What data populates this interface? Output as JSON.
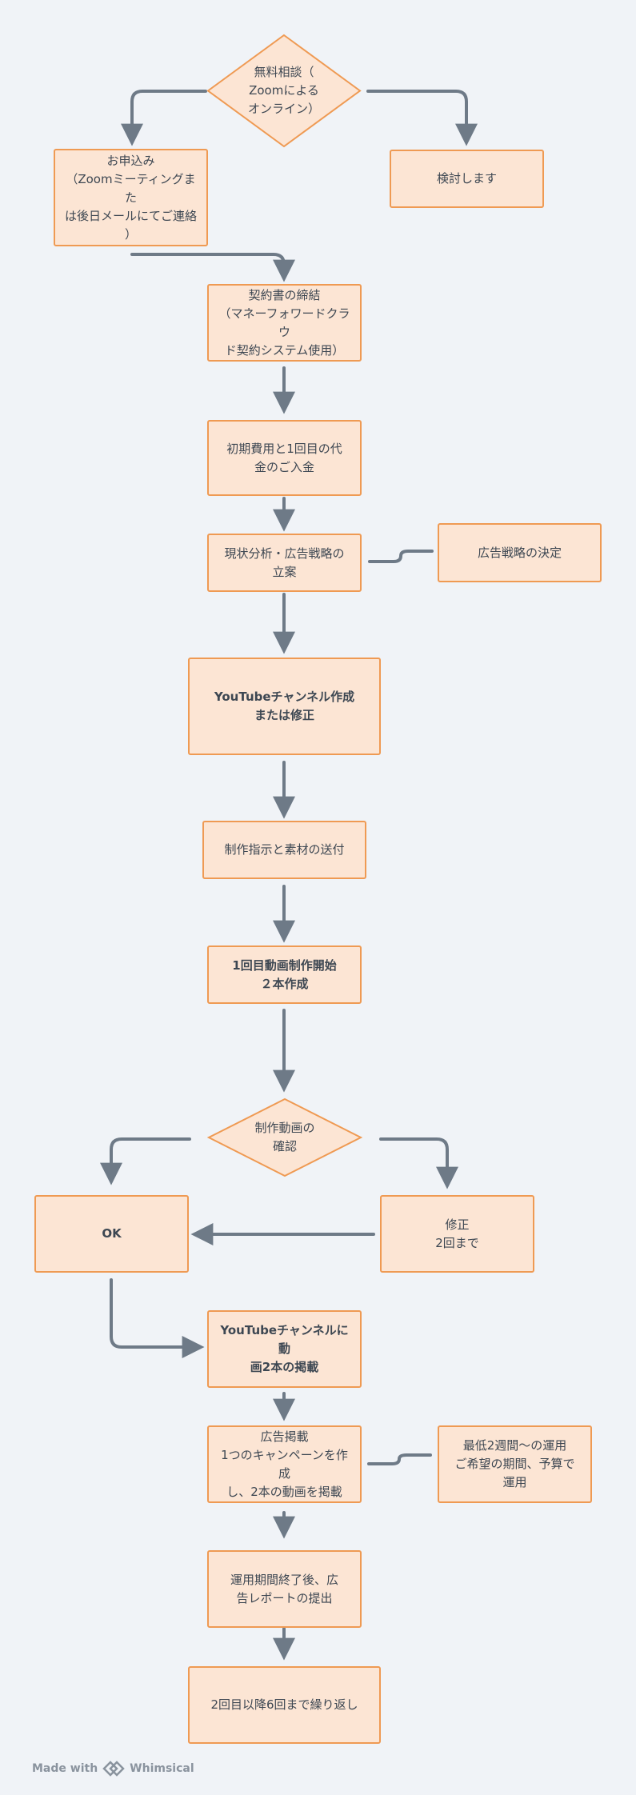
{
  "nodes": {
    "consult": "無料相談（\nZoomによる\nオンライン）",
    "apply": "お申込み\n（Zoomミーティングまた\nは後日メールにてご連絡\n）",
    "consider": "検討します",
    "contract": "契約書の締結\n（マネーフォワードクラウ\nド契約システム使用）",
    "payment": "初期費用と1回目の代\n金のご入金",
    "analysis": "現状分析・広告戦略の\n立案",
    "strategy": "広告戦略の決定",
    "channel": "YouTubeチャンネル作成\nまたは修正",
    "instructions": "制作指示と素材の送付",
    "production": "1回目動画制作開始\n２本作成",
    "confirm": "制作動画の\n確認",
    "ok": "OK",
    "revision": "修正\n2回まで",
    "publish": "YouTubeチャンネルに動\n画2本の掲載",
    "ads": "広告掲載\n1つのキャンペーンを作成\nし、2本の動画を掲載",
    "ads_note": "最低2週間〜の運用\nご希望の期間、予算で\n運用",
    "report": "運用期間終了後、広\n告レポートの提出",
    "repeat": "2回目以降6回まで繰り返し"
  },
  "footer": {
    "made_with": "Made with",
    "brand": "Whimsical"
  },
  "colors": {
    "background": "#f0f3f7",
    "node_fill": "#fce5d4",
    "node_border": "#ef9a53",
    "connector": "#6e7a87",
    "text": "#3d4752"
  }
}
